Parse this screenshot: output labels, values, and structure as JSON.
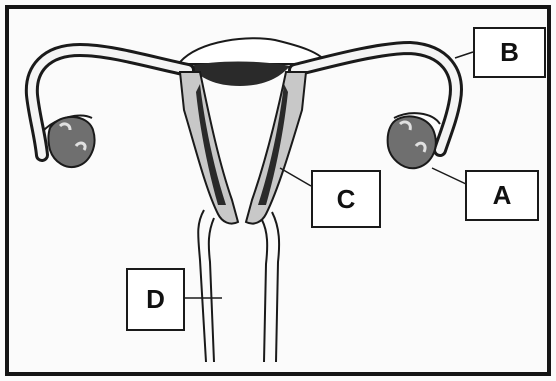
{
  "labels": {
    "a": "A",
    "b": "B",
    "c": "C",
    "d": "D"
  },
  "colors": {
    "outline": "#1a1a1a",
    "light_tissue": "#c8c8c8",
    "dark_tissue": "#2a2a2a",
    "ovary": "#6f6f6f"
  }
}
